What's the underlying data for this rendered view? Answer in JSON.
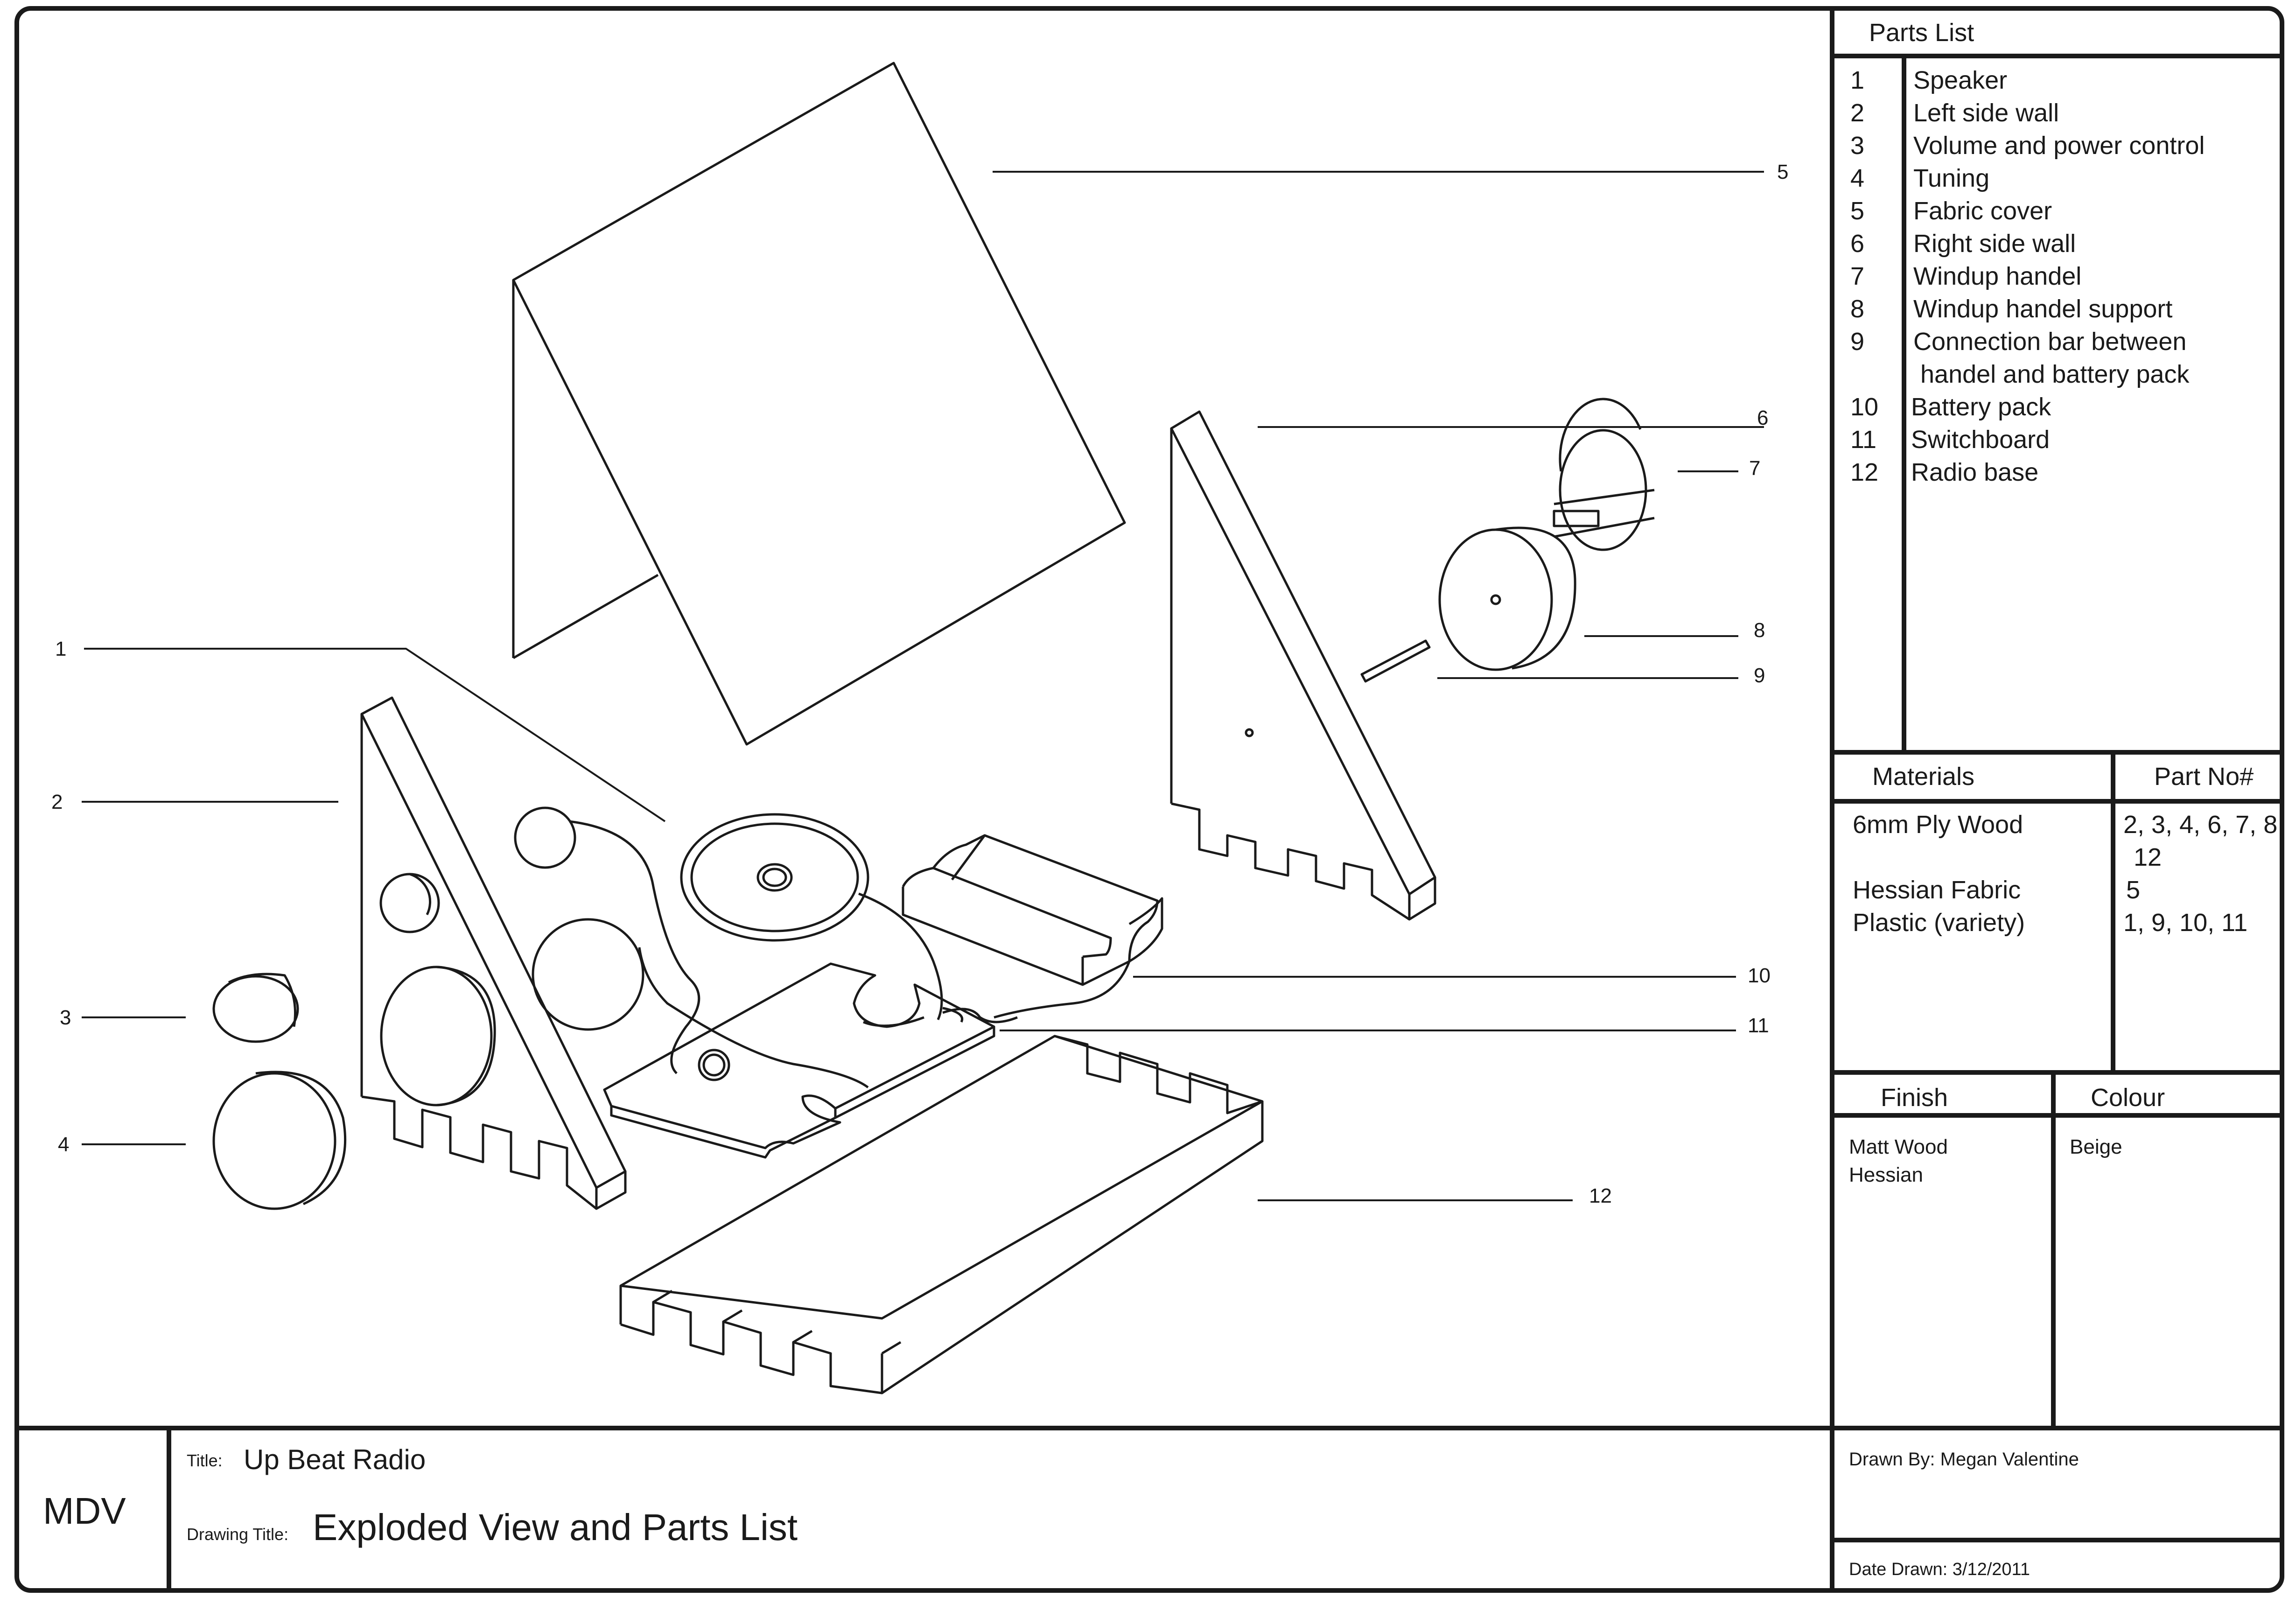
{
  "callout_numbers": [
    "1",
    "2",
    "3",
    "4",
    "5",
    "6",
    "7",
    "8",
    "9",
    "10",
    "11",
    "12"
  ],
  "parts_list": {
    "heading": "Parts List",
    "items": [
      {
        "no": "1",
        "name": "Speaker"
      },
      {
        "no": "2",
        "name": "Left side wall"
      },
      {
        "no": "3",
        "name": "Volume and power control"
      },
      {
        "no": "4",
        "name": "Tuning"
      },
      {
        "no": "5",
        "name": "Fabric cover"
      },
      {
        "no": "6",
        "name": "Right side wall"
      },
      {
        "no": "7",
        "name": "Windup handel"
      },
      {
        "no": "8",
        "name": "Windup handel support"
      },
      {
        "no": "9",
        "name": "Connection bar between",
        "name2": " handel and battery pack"
      },
      {
        "no": "10",
        "name": "Battery pack"
      },
      {
        "no": "11",
        "name": "Switchboard"
      },
      {
        "no": "12",
        "name": "Radio base"
      }
    ]
  },
  "materials": {
    "heading": "Materials",
    "part_heading": "Part No#",
    "rows": [
      {
        "material": "6mm Ply Wood",
        "parts": "2, 3, 4, 6, 7, 8,",
        "parts2": "12"
      },
      {
        "material": "Hessian Fabric",
        "parts": "5"
      },
      {
        "material": "Plastic (variety)",
        "parts": "1, 9, 10, 11"
      }
    ]
  },
  "finish": {
    "heading": "Finish",
    "values": [
      "Matt Wood",
      "Hessian"
    ]
  },
  "colour": {
    "heading": "Colour",
    "value": "Beige"
  },
  "title_block": {
    "initials": "MDV",
    "title_label": "Title:",
    "title": "Up Beat Radio",
    "drawing_title_label": "Drawing Title:",
    "drawing_title": "Exploded View and Parts List",
    "drawn_by": "Drawn By: Megan Valentine",
    "date_drawn": "Date Drawn: 3/12/2011"
  }
}
